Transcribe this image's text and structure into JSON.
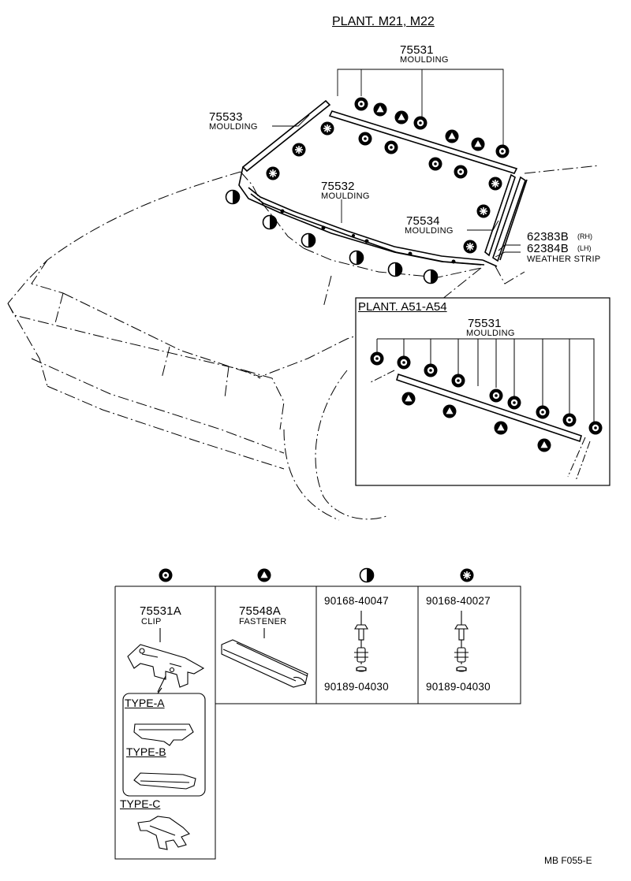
{
  "header": {
    "plant_main": "PLANT. M21, M22"
  },
  "callouts": {
    "p75531_num": "75531",
    "p75531_name": "MOULDING",
    "p75533_num": "75533",
    "p75533_name": "MOULDING",
    "p75532_num": "75532",
    "p75532_name": "MOULDING",
    "p75534_num": "75534",
    "p75534_name": "MOULDING",
    "p62383": "62383B",
    "p62383_side": "(RH)",
    "p62384": "62384B",
    "p62384_side": "(LH)",
    "weather_strip": "WEATHER STRIP"
  },
  "inset": {
    "title": "PLANT. A51-A54",
    "part_num": "75531",
    "part_name": "MOULDING"
  },
  "legend": {
    "col1": {
      "symbol": "clip-circle-icon",
      "part": "75531A",
      "name": "CLIP",
      "type_a": "TYPE-A",
      "type_b": "TYPE-B",
      "type_c": "TYPE-C"
    },
    "col2": {
      "symbol": "triangle-circle-icon",
      "part": "75548A",
      "name": "FASTENER"
    },
    "col3": {
      "symbol": "half-circle-icon",
      "part_top": "90168-40047",
      "part_bottom": "90189-04030"
    },
    "col4": {
      "symbol": "star-circle-icon",
      "part_top": "90168-40027",
      "part_bottom": "90189-04030"
    }
  },
  "footer": {
    "code": "MB  F055-E"
  }
}
